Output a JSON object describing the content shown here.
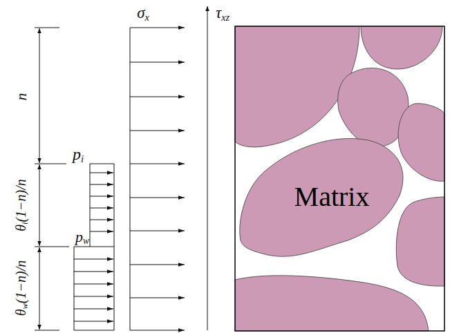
{
  "diagram": {
    "nodes": [
      {
        "text": [
          "Matrix"
        ]
      }
    ],
    "labels": [
      "n",
      "θi(1−n)/n",
      "θw(1−n)/n",
      "pi",
      "pw",
      "σx",
      "τxz"
    ]
  }
}
